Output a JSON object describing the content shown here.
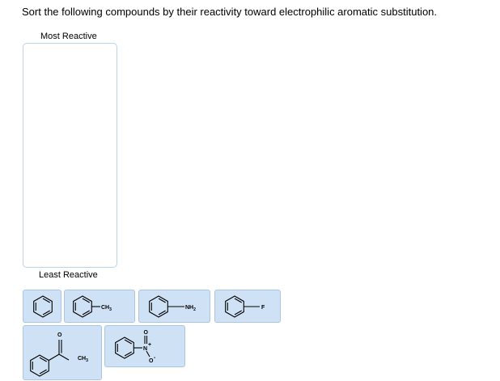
{
  "question": {
    "prompt": "Sort the following compounds by their reactivity toward electrophilic aromatic substitution."
  },
  "ranking": {
    "top_label": "Most Reactive",
    "bottom_label": "Least Reactive"
  },
  "compounds": {
    "toluene": {
      "sub": "CH",
      "sub_index": "3"
    },
    "aniline": {
      "sub": "NH",
      "sub_index": "2"
    },
    "fluorobenzene": {
      "sub": "F"
    },
    "acetophenone": {
      "o": "O",
      "sub": "CH",
      "sub_index": "3"
    },
    "nitrobenzene": {
      "o1": "O",
      "n": "N",
      "plus": "+",
      "o2": "O",
      "minus": "-"
    }
  },
  "colors": {
    "tile_bg": "#cfe1f5",
    "tile_border": "#a9c6e6",
    "dropzone_border": "#bcd3e8"
  }
}
